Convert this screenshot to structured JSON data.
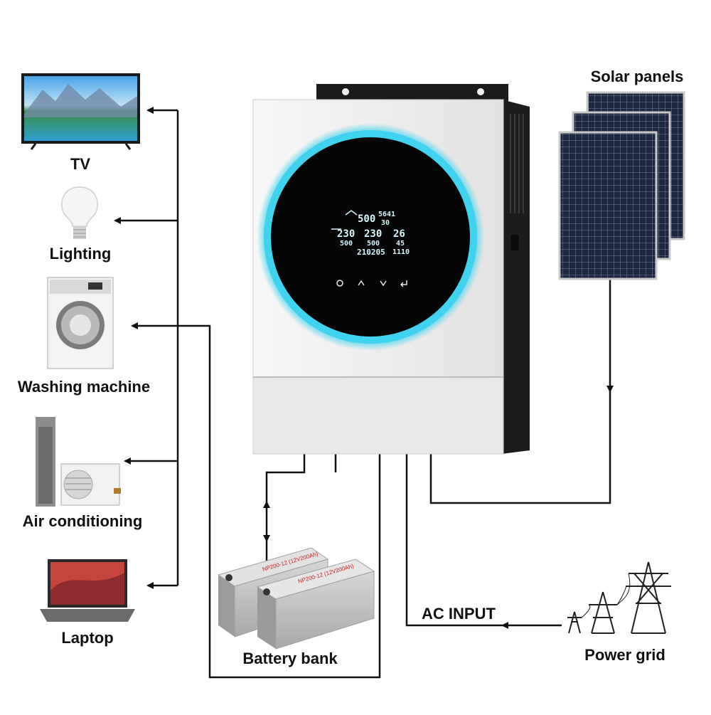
{
  "labels": {
    "tv": "TV",
    "lighting": "Lighting",
    "washing_machine": "Washing machine",
    "air_conditioning": "Air conditioning",
    "laptop": "Laptop",
    "solar_panels": "Solar panels",
    "battery_bank": "Battery bank",
    "ac_input": "AC INPUT",
    "power_grid": "Power grid"
  },
  "display": {
    "r1a": "500",
    "r1b": "5641",
    "r1c": "30",
    "r2a": "230",
    "r2b": "230",
    "r2c": "26",
    "r3a": "500",
    "r3b": "500",
    "r3c": "45",
    "r4a": "210205",
    "r4b": "1110"
  },
  "battery_print": {
    "model": "NP200-12 (12V200Ah)"
  },
  "colors": {
    "ring_glow": "#3fd3f0",
    "inverter_body": "#ededed",
    "heatsink": "#1c1c1c",
    "wire": "#111111"
  }
}
